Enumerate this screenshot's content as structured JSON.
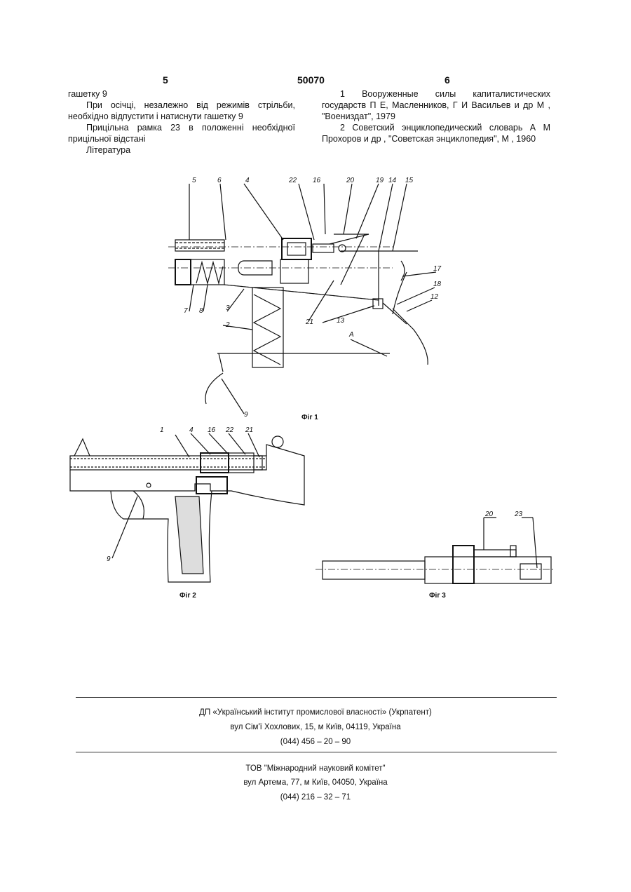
{
  "header": {
    "left_page": "5",
    "patent_number": "50070",
    "right_page": "6"
  },
  "left_column": [
    "гашетку 9",
    "При осічці, незалежно від режимів стрільби, необхідно відпустити і натиснути гашетку 9",
    "Прицільна рамка 23 в положенні необхідної прицільної відстані",
    "Література"
  ],
  "right_column": [
    "1 Вооруженные силы капиталистических государств П Е, Масленников, Г И Васильев и др М , \"Воениздат\", 1979",
    "2 Советский энциклопедический словарь А М Прохоров и др , \"Советская энциклопедия\", М , 1960"
  ],
  "figures": {
    "fig1": {
      "caption": "Фіг 1",
      "labels": {
        "l5": "5",
        "l6": "6",
        "l4": "4",
        "l22": "22",
        "l16": "16",
        "l20": "20",
        "l19": "19",
        "l14": "14",
        "l15": "15",
        "l17": "17",
        "l18": "18",
        "l12": "12",
        "l13": "13",
        "l21": "21",
        "l3": "3",
        "l7": "7",
        "l8": "8",
        "l2": "2",
        "l9": "9",
        "lA": "A"
      }
    },
    "fig2": {
      "caption": "Фіг 2",
      "labels": {
        "l1": "1",
        "l4": "4",
        "l16": "16",
        "l22": "22",
        "l21": "21",
        "l9": "9"
      }
    },
    "fig3": {
      "caption": "Фіг 3",
      "labels": {
        "l20": "20",
        "l23": "23"
      }
    }
  },
  "footer": {
    "block1": {
      "org": "ДП «Український інститут промислової власності» (Укрпатент)",
      "address": "вул Сім'ї Хохлових, 15, м Київ, 04119, Україна",
      "phone": "(044) 456 – 20 – 90"
    },
    "block2": {
      "org": "ТОВ \"Міжнародний науковий комітет\"",
      "address": "вул Артема, 77, м Київ, 04050, Україна",
      "phone": "(044) 216 – 32 – 71"
    }
  }
}
